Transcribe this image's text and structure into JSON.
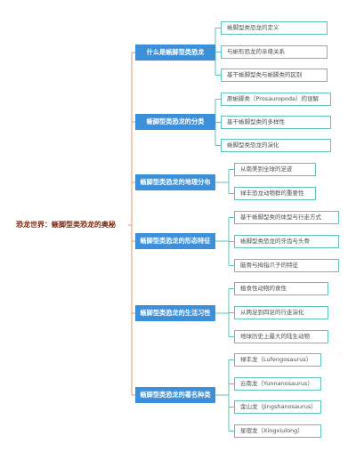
{
  "root": {
    "title": "恐龙世界：蜥脚型类恐龙的奥秘"
  },
  "branches": [
    {
      "label": "什么是蜥脚型类恐龙",
      "leaves": [
        "蜥脚型类恐龙的定义",
        "与蜥形恐龙的亲缘关系",
        "基干蜥脚型类与蜥脚类的区别"
      ]
    },
    {
      "label": "蜥脚型类恐龙的分类",
      "leaves": [
        "原蜥脚类（Prosauropoda）的误解",
        "基干蜥脚型类的多样性",
        "蜥脚型类恐龙的演化"
      ]
    },
    {
      "label": "蜥脚型类恐龙的地理分布",
      "leaves": [
        "从南美到全球的足迹",
        "禄丰恐龙动物群的重要性"
      ]
    },
    {
      "label": "蜥脚型类恐龙的形态特征",
      "leaves": [
        "基干蜥脚型类的体型与行走方式",
        "蜥脚型类恐龙的牙齿与头骨",
        "脑骨与拇指爪子的特征"
      ]
    },
    {
      "label": "蜥脚型类恐龙的生活习性",
      "leaves": [
        "植食性动物的食性",
        "从两足到四足的行走演化",
        "地球历史上最大的陆生动物"
      ]
    },
    {
      "label": "蜥脚型类恐龙的著名种类",
      "leaves": [
        "禄丰龙（Lufengosaurus）",
        "云南龙（Yunnanosaurus）",
        "金山龙（Jingshanosaurus）",
        "星宿龙（Xingxiulong）"
      ]
    }
  ]
}
